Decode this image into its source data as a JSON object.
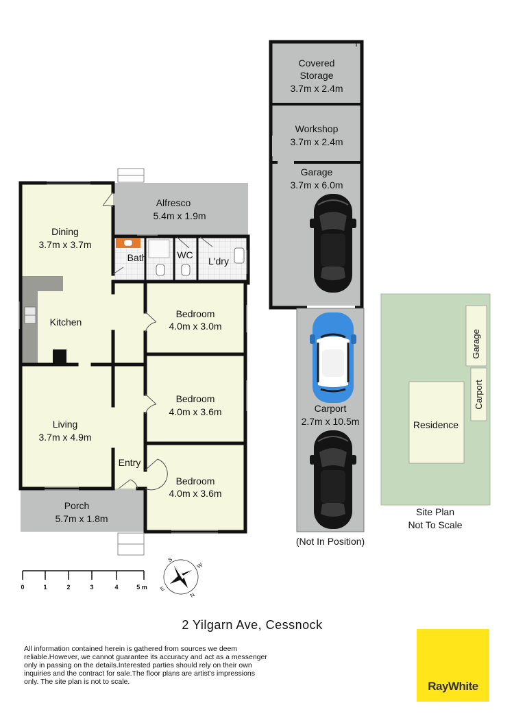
{
  "rooms": {
    "covered_storage": {
      "name": "Covered Storage",
      "line1": "Covered",
      "line2": "Storage",
      "size": "3.7m x 2.4m"
    },
    "workshop": {
      "name": "Workshop",
      "size": "3.7m x 2.4m"
    },
    "garage": {
      "name": "Garage",
      "size": "3.7m x 6.0m"
    },
    "alfresco": {
      "name": "Alfresco",
      "size": "5.4m x 1.9m"
    },
    "dining": {
      "name": "Dining",
      "size": "3.7m x 3.7m"
    },
    "bath": {
      "name": "Bath"
    },
    "wc": {
      "name": "WC"
    },
    "laundry": {
      "name": "L'dry"
    },
    "kitchen": {
      "name": "Kitchen"
    },
    "bedroom_1": {
      "name": "Bedroom",
      "size": "4.0m x 3.0m"
    },
    "bedroom_2": {
      "name": "Bedroom",
      "size": "4.0m x 3.6m"
    },
    "bedroom_3": {
      "name": "Bedroom",
      "size": "4.0m x 3.6m"
    },
    "living": {
      "name": "Living",
      "size": "3.7m x 4.9m"
    },
    "entry": {
      "name": "Entry"
    },
    "porch": {
      "name": "Porch",
      "size": "5.7m x 1.8m"
    },
    "carport": {
      "name": "Carport",
      "size": "2.7m x 10.5m",
      "note": "(Not In Position)"
    }
  },
  "site_plan": {
    "garage": "Garage",
    "carport": "Carport",
    "residence": "Residence",
    "caption_line1": "Site Plan",
    "caption_line2": "Not To Scale"
  },
  "scale_bar": {
    "ticks": [
      "0",
      "1",
      "2",
      "3",
      "4",
      "5 m"
    ]
  },
  "compass": {
    "letters": [
      "N",
      "E",
      "S",
      "W"
    ]
  },
  "address": "2 Yilgarn Ave, Cessnock",
  "disclaimer": "All information contained herein is gathered from sources we deem reliable.However, we cannot guarantee its accuracy and act as a messenger only in passing on the details.Interested parties should rely on their own inquiries and the contract for sale.The floor plans are artist's impressions only. The site plan is not to scale.",
  "brand": {
    "name": "RayWhite",
    "color": "#ffe51a"
  },
  "colors": {
    "interior_floor": "#f6f7df",
    "exterior_floor": "#bfc0c0",
    "wall": "#111111",
    "kitchen_bench": "#9b9b96",
    "site_lawn": "#c5d9bd",
    "site_building": "#f6f7df",
    "car_blue": "#3b8de0"
  }
}
